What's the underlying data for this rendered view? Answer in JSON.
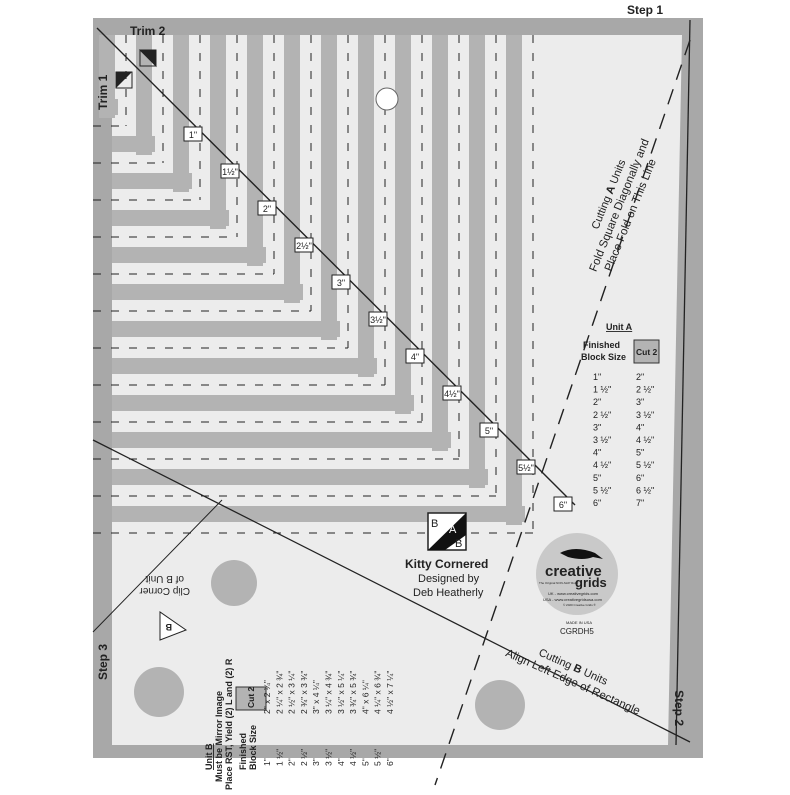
{
  "ruler": {
    "trim2": "Trim 2",
    "trim1": "Trim 1",
    "step1": "Step 1",
    "step2": "Step 2",
    "step3": "Step 3",
    "size_labels": [
      "1\"",
      "1½\"",
      "2\"",
      "2½\"",
      "3\"",
      "3½\"",
      "4\"",
      "4½\"",
      "5\"",
      "5½\"",
      "6\""
    ],
    "unit_a_cutting": {
      "prefix": "Cutting",
      "letter": "A",
      "suffix": "Units"
    },
    "fold_line_1": "Fold Square Diagonally and",
    "fold_line_2": "Place Fold on This Line",
    "unit_b_cutting": {
      "prefix": "Cutting",
      "letter": "B",
      "suffix": "Units"
    },
    "align_text": "Align Left Edge of Rectangle",
    "clip_line_1": "Clip Corner",
    "clip_line_2": "of B Unit",
    "clip_letter": "B"
  },
  "unit_a": {
    "title": "Unit A",
    "col1_header_1": "Finished",
    "col1_header_2": "Block Size",
    "col2_header": "Cut 2",
    "rows": [
      [
        "1\"",
        "2\""
      ],
      [
        "1 ½\"",
        "2 ½\""
      ],
      [
        "2\"",
        "3\""
      ],
      [
        "2 ½\"",
        "3 ½\""
      ],
      [
        "3\"",
        "4\""
      ],
      [
        "3 ½\"",
        "4 ½\""
      ],
      [
        "4\"",
        "5\""
      ],
      [
        "4 ½\"",
        "5 ½\""
      ],
      [
        "5\"",
        "6\""
      ],
      [
        "5 ½\"",
        "6 ½\""
      ],
      [
        "6\"",
        "7\""
      ]
    ]
  },
  "unit_b": {
    "title": "Unit B",
    "note_1": "Must be Mirror Image",
    "note_2": "Place RST, Yield (2) L and (2) R",
    "col1_header_1": "Finished",
    "col1_header_2": "Block Size",
    "col2_header": "Cut 2",
    "rows": [
      [
        "1\"",
        "2\" x 2 ¼\""
      ],
      [
        "1 ½\"",
        "2 ¼\" x 2 ¾\""
      ],
      [
        "2\"",
        "2 ½\" x 3 ¼\""
      ],
      [
        "2 ½\"",
        "2 ¾\" x 3 ¾\""
      ],
      [
        "3\"",
        "3\" x 4 ¼\""
      ],
      [
        "3 ½\"",
        "3 ¼\" x 4 ¾\""
      ],
      [
        "4\"",
        "3 ½\" x 5 ¼\""
      ],
      [
        "4 ½\"",
        "3 ¾\" x 5 ¾\""
      ],
      [
        "5\"",
        "4\" x 6 ¼\""
      ],
      [
        "5 ½\"",
        "4 ¼\" x 6 ¾\""
      ],
      [
        "6\"",
        "4 ½\" x 7 ¼\""
      ]
    ]
  },
  "branding": {
    "block_letters": [
      "B",
      "A",
      "B"
    ],
    "product_name": "Kitty Cornered",
    "designed_by": "Designed by",
    "designer": "Deb Heatherly",
    "logo_word_1": "creative",
    "logo_word_2": "grids",
    "logo_tagline": "The Original NON-SLIP Ruler",
    "logo_uk": "UK - www.creativegrids.com",
    "logo_usa": "USA - www.creativegridsusa.com",
    "logo_copyright": "© 2020 Creative Grids ®",
    "made_in": "MADE IN USA",
    "product_code": "CGRDH5"
  },
  "colors": {
    "band": "#b3b3b3",
    "face": "#ececec",
    "border": "#a8a8a8",
    "ink": "#222222"
  }
}
